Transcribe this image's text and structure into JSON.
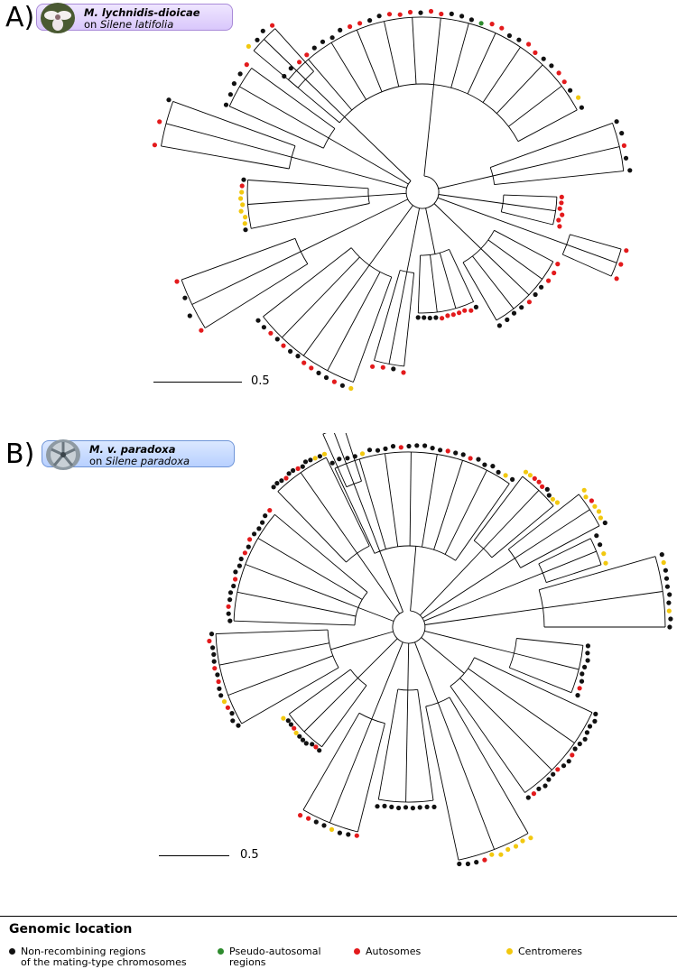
{
  "panels": [
    {
      "letter": "A)",
      "species": "M. lychnidis-dioicae",
      "host_prefix": "on ",
      "host": "Silene latifolia",
      "scale_label": "0.5"
    },
    {
      "letter": "B)",
      "species": "M. v. paradoxa",
      "host_prefix": "on ",
      "host": "Silene paradoxa",
      "scale_label": "0.5"
    }
  ],
  "legend": {
    "title": "Genomic location",
    "items": [
      {
        "label_line1": "Non-recombining regions",
        "label_line2": "of the mating-type chromosomes",
        "color": "#111111"
      },
      {
        "label_line1": "Pseudo-autosomal",
        "label_line2": "regions",
        "color": "#2e8b2e"
      },
      {
        "label_line1": "Autosomes",
        "label_line2": "",
        "color": "#e31a1c"
      },
      {
        "label_line1": "Centromeres",
        "label_line2": "",
        "color": "#f2c80f"
      }
    ]
  },
  "colors": {
    "nrr": "#111111",
    "par": "#2e8b2e",
    "autosome": "#e31a1c",
    "centromere": "#f2c80f",
    "branch": "#000000"
  }
}
